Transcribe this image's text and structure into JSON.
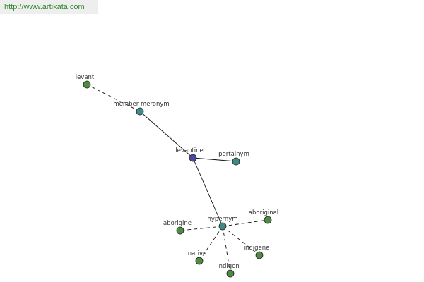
{
  "site": {
    "url": "http://www.artikata.com"
  },
  "graph": {
    "nodes": [
      {
        "id": "levantine",
        "label": "levantine",
        "kind": "center",
        "color": "#4a4a9c"
      },
      {
        "id": "levant",
        "label": "levant",
        "kind": "leaf",
        "color": "#4e8a43"
      },
      {
        "id": "member-meronym",
        "label": "member meronym",
        "kind": "relation",
        "color": "#3f8a86"
      },
      {
        "id": "pertainym",
        "label": "pertainym",
        "kind": "relation",
        "color": "#3f8a86"
      },
      {
        "id": "hypernym",
        "label": "hypernym",
        "kind": "relation",
        "color": "#3f8a86"
      },
      {
        "id": "aborigine",
        "label": "aborigine",
        "kind": "leaf",
        "color": "#4e8a43"
      },
      {
        "id": "aboriginal",
        "label": "aboriginal",
        "kind": "leaf",
        "color": "#4e8a43"
      },
      {
        "id": "native",
        "label": "native",
        "kind": "leaf",
        "color": "#4e8a43"
      },
      {
        "id": "indigene",
        "label": "indigene",
        "kind": "leaf",
        "color": "#4e8a43"
      },
      {
        "id": "indigen",
        "label": "indigen",
        "kind": "leaf",
        "color": "#4e8a43"
      }
    ],
    "edges": [
      {
        "from": "levantine",
        "to": "member-meronym",
        "style": "solid"
      },
      {
        "from": "levantine",
        "to": "pertainym",
        "style": "solid"
      },
      {
        "from": "levantine",
        "to": "hypernym",
        "style": "solid"
      },
      {
        "from": "member-meronym",
        "to": "levant",
        "style": "dashed"
      },
      {
        "from": "hypernym",
        "to": "aborigine",
        "style": "dashed"
      },
      {
        "from": "hypernym",
        "to": "aboriginal",
        "style": "dashed"
      },
      {
        "from": "hypernym",
        "to": "native",
        "style": "dashed"
      },
      {
        "from": "hypernym",
        "to": "indigene",
        "style": "dashed"
      },
      {
        "from": "hypernym",
        "to": "indigen",
        "style": "dashed"
      }
    ]
  }
}
